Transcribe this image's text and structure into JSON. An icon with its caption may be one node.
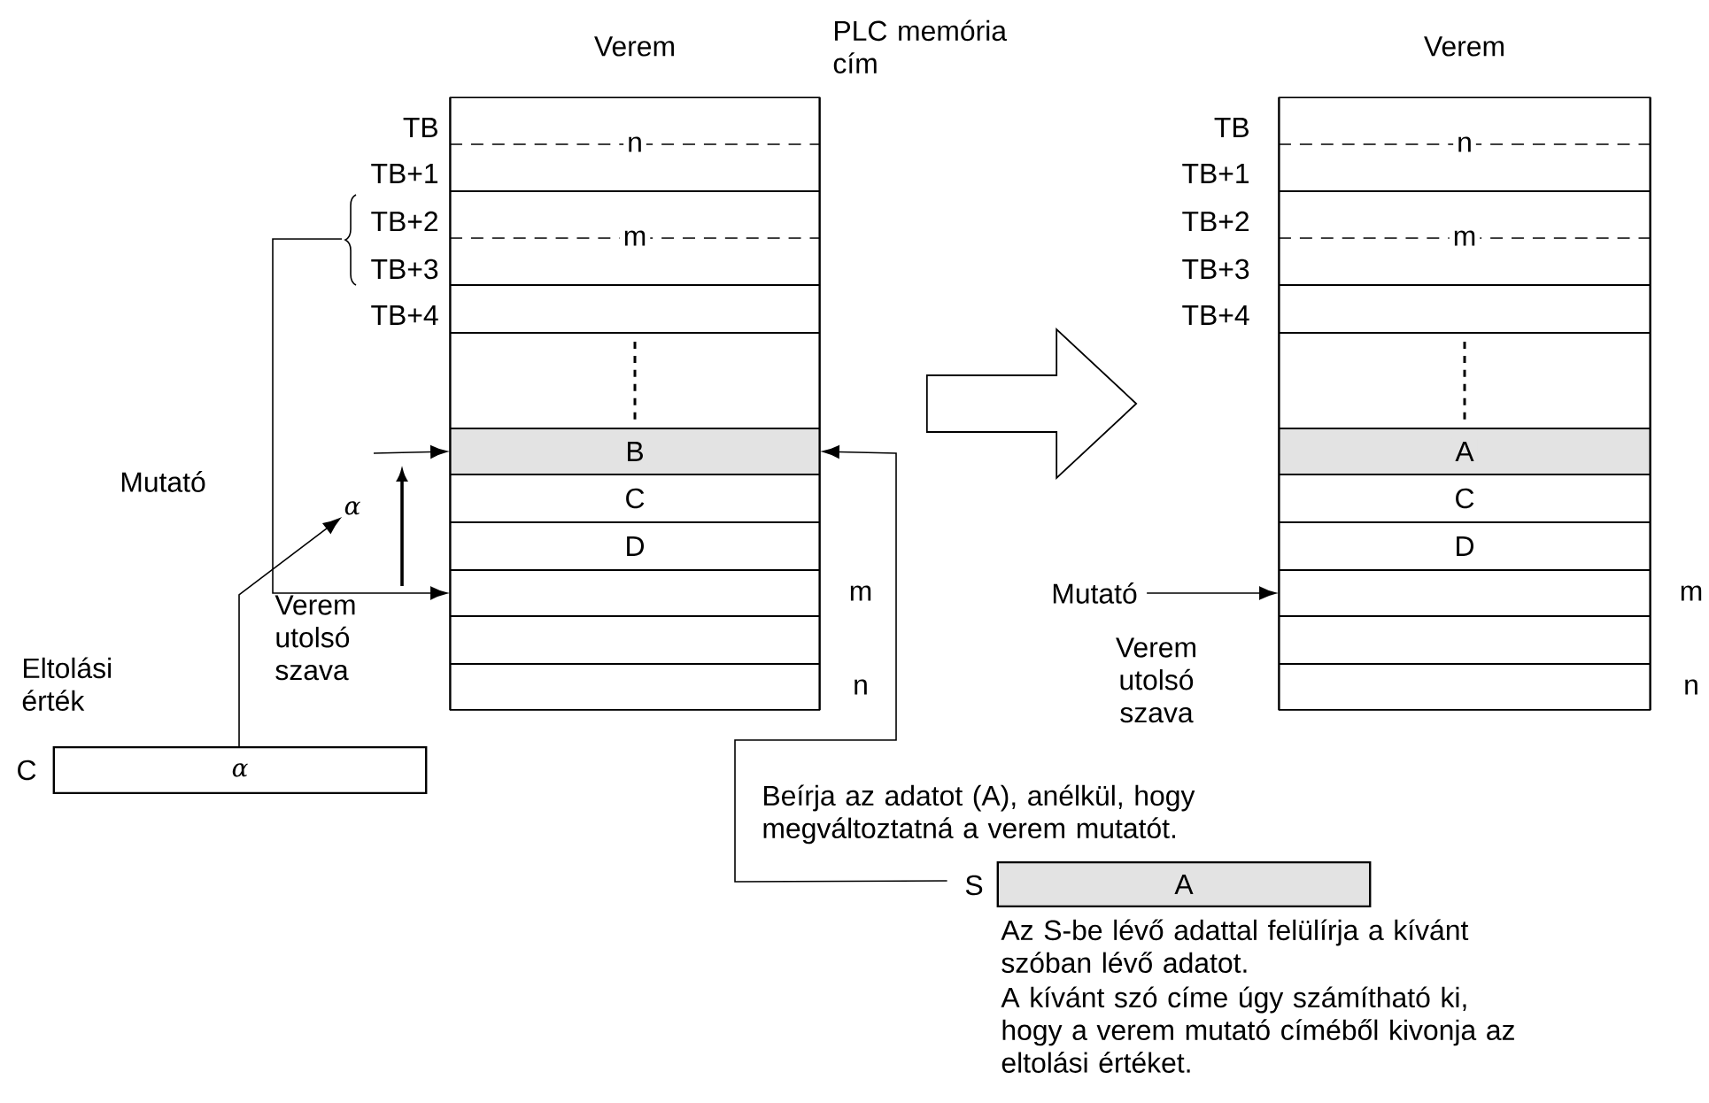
{
  "diagram": {
    "nodes": [
      {
        "text": [
          "Verem"
        ]
      },
      {
        "text": [
          "n"
        ],
        "in": 0
      },
      {
        "text": [
          "m"
        ],
        "in": 0
      },
      {
        "text": [],
        "shape": "box",
        "in": 0
      },
      {
        "text": [],
        "shape": "box",
        "in": 0
      },
      {
        "text": [
          "B"
        ],
        "in": 0
      },
      {
        "text": [
          "C"
        ],
        "in": 0
      },
      {
        "text": [
          "D"
        ],
        "in": 0
      },
      {
        "text": [],
        "shape": "box",
        "in": 0,
        "beside": [
          "m"
        ]
      },
      {
        "text": [],
        "shape": "box",
        "in": 0
      },
      {
        "text": [],
        "shape": "box",
        "in": 0,
        "beside": [
          "n"
        ]
      },
      {
        "text": [
          "Verem"
        ]
      },
      {
        "text": [
          "n"
        ],
        "in": 11
      },
      {
        "text": [
          "m"
        ],
        "in": 11
      },
      {
        "text": [],
        "shape": "box",
        "in": 11
      },
      {
        "text": [],
        "shape": "box",
        "in": 11
      },
      {
        "text": [
          "A"
        ],
        "in": 11
      },
      {
        "text": [
          "C"
        ],
        "in": 11
      },
      {
        "text": [
          "D"
        ],
        "in": 11
      },
      {
        "text": [],
        "shape": "box",
        "in": 11,
        "beside": [
          "m"
        ]
      },
      {
        "text": [],
        "shape": "box",
        "in": 11
      },
      {
        "text": [],
        "shape": "box",
        "in": 11,
        "beside": [
          "n"
        ]
      },
      {
        "text": [
          "α"
        ],
        "beside": [
          "C"
        ]
      },
      {
        "text": [
          "A"
        ],
        "beside": [
          "S"
        ]
      },
      {
        "text": [
          "Mutató"
        ]
      },
      {
        "text": [
          "α"
        ]
      }
    ],
    "edges": [
      {
        "from": null,
        "to": 5,
        "arrow": "to"
      },
      {
        "from": null,
        "to": 8,
        "arrow": "to"
      },
      {
        "from": 22,
        "to": 25,
        "arrow": "to"
      },
      {
        "from": 23,
        "to": 5,
        "arrow": "to"
      },
      {
        "from": 0,
        "to": 11,
        "arrow": "to",
        "style": "thick"
      },
      {
        "from": 24,
        "to": 19,
        "arrow": "to"
      }
    ],
    "labels": [
      "PLC memória cím",
      "TB",
      "TB+1",
      "TB+2",
      "TB+3",
      "TB+4",
      "Mutató",
      "Verem utolsó szava",
      "Eltolási érték",
      "TB",
      "TB+1",
      "TB+2",
      "TB+3",
      "TB+4",
      "Verem utolsó szava",
      "Beírja az adatot (A), anélkül, hogy megváltoztatná a verem mutatót.",
      "Az S-be lévő adattal felülírja a kívánt szóban lévő adatot.",
      "A kívánt szó címe úgy számítható ki, hogy a verem mutató címéből kivonja az eltolási értéket."
    ]
  }
}
